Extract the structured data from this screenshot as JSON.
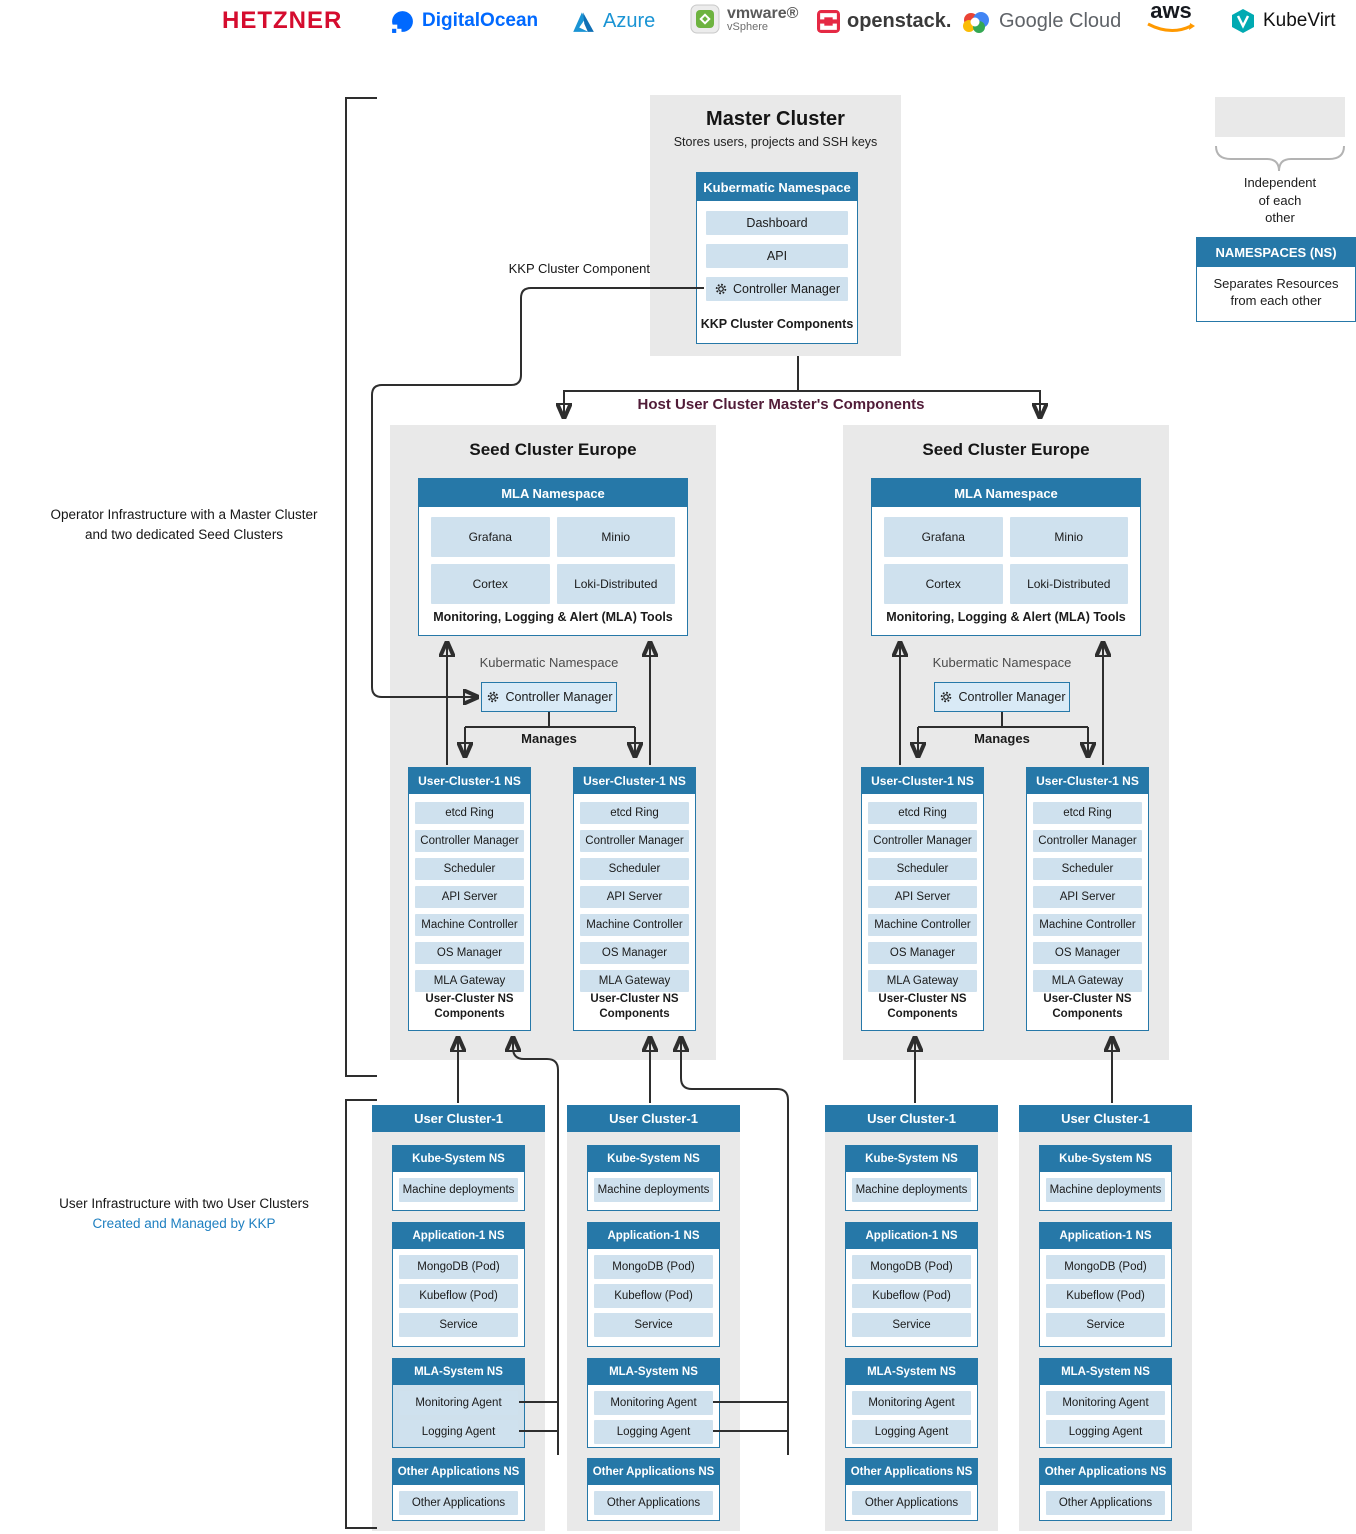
{
  "logos": {
    "hetzner": "HETZNER",
    "digitalocean": "DigitalOcean",
    "azure": "Azure",
    "vmware": "vmware®",
    "vsphere": "vSphere",
    "openstack": "openstack.",
    "google_cloud": "Google Cloud",
    "aws": "aws",
    "kubevirt": "KubeVirt"
  },
  "colors": {
    "header_blue": "#2678a8",
    "chip_blue": "#cfe1ee",
    "panel_gray": "#e9e9e9",
    "maroon_label": "#511c38",
    "kkp_blue": "#1e7fc0"
  },
  "master": {
    "title": "Master Cluster",
    "subtitle": "Stores users, projects and SSH keys",
    "namespace_header": "Kubermatic Namespace",
    "items": [
      "Dashboard",
      "API"
    ],
    "controller_manager": "Controller Manager",
    "caption": "KKP Cluster Components"
  },
  "annotations": {
    "kkp_cluster_component": "KKP Cluster Component",
    "host_components": "Host User Cluster Master's Components",
    "operator_infra": "Operator Infrastructure with a Master Cluster\nand two dedicated Seed Clusters",
    "user_infra": "User Infrastructure with two User Clusters",
    "user_infra_sub": "Created and Managed by KKP"
  },
  "legend": {
    "independent": "Independent\nof each\nother",
    "namespaces_header": "NAMESPACES (NS)",
    "namespaces_body": "Separates Resources\nfrom each other"
  },
  "seed": {
    "title": "Seed Cluster Europe",
    "mla_header": "MLA Namespace",
    "mla_cells": [
      "Grafana",
      "Minio",
      "Cortex",
      "Loki-Distributed"
    ],
    "mla_caption": "Monitoring, Logging & Alert (MLA) Tools",
    "kubermatic_namespace": "Kubermatic Namespace",
    "controller_manager": "Controller Manager",
    "manages": "Manages",
    "ns_header": "User-Cluster-1 NS",
    "ns_items": [
      "etcd Ring",
      "Controller Manager",
      "Scheduler",
      "API Server",
      "Machine Controller",
      "OS Manager",
      "MLA Gateway"
    ],
    "ns_caption": "User-Cluster NS\nComponents"
  },
  "user_cluster": {
    "header": "User Cluster-1",
    "kube_system_header": "Kube-System NS",
    "kube_system_item": "Machine deployments",
    "application_header": "Application-1 NS",
    "application_items": [
      "MongoDB (Pod)",
      "Kubeflow (Pod)",
      "Service"
    ],
    "mla_header": "MLA-System NS",
    "mla_items": [
      "Monitoring Agent",
      "Logging Agent"
    ],
    "other_header": "Other Applications NS",
    "other_item": "Other Applications"
  }
}
